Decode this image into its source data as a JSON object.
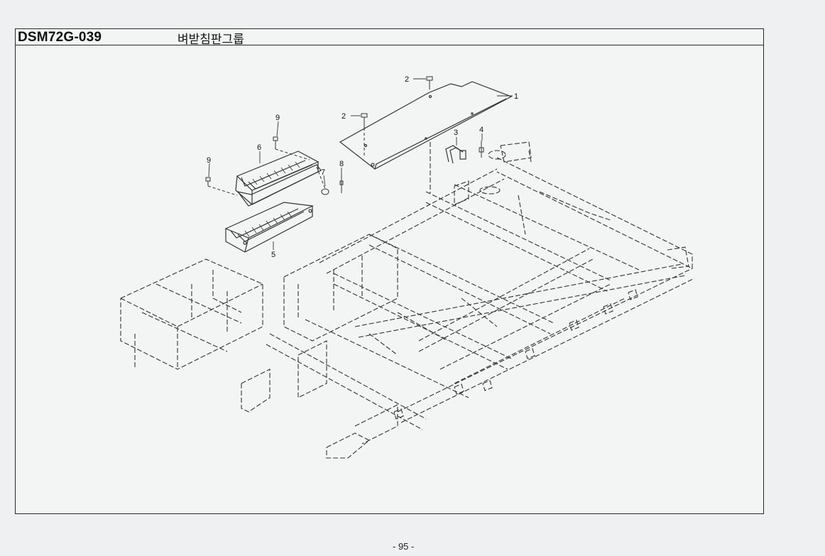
{
  "header": {
    "code": "DSM72G-039",
    "title": "벼받침판그룹"
  },
  "callouts": [
    {
      "id": "c1",
      "label": "1"
    },
    {
      "id": "c2a",
      "label": "2"
    },
    {
      "id": "c2b",
      "label": "2"
    },
    {
      "id": "c3",
      "label": "3"
    },
    {
      "id": "c4",
      "label": "4"
    },
    {
      "id": "c5",
      "label": "5"
    },
    {
      "id": "c6",
      "label": "6"
    },
    {
      "id": "c7",
      "label": "7"
    },
    {
      "id": "c8",
      "label": "8"
    },
    {
      "id": "c9a",
      "label": "9"
    },
    {
      "id": "c9b",
      "label": "9"
    }
  ],
  "footer": {
    "page_number": "- 95 -"
  }
}
